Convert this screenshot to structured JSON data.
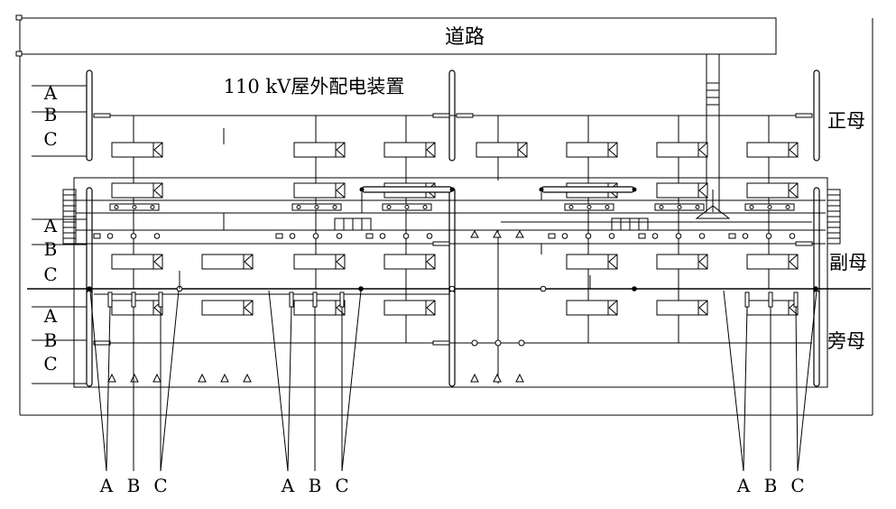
{
  "title": "110 kV屋外配电装置",
  "road_label": "道路",
  "bus_labels": {
    "main": "正母",
    "secondary": "副母",
    "bypass": "旁母"
  },
  "phase_labels": [
    "A",
    "B",
    "C"
  ]
}
